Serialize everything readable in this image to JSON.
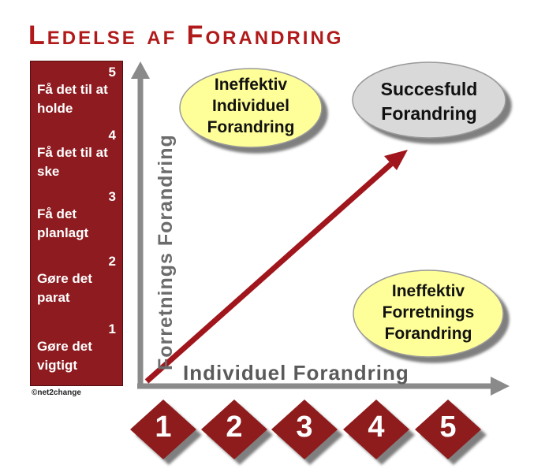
{
  "title": "Ledelse af Forandring",
  "steps": [
    {
      "number": "5",
      "label": "Få det til at holde"
    },
    {
      "number": "4",
      "label": "Få det til at ske"
    },
    {
      "number": "3",
      "label": "Få det planlagt"
    },
    {
      "number": "2",
      "label": "Gøre det parat"
    },
    {
      "number": "1",
      "label": "Gøre det vigtigt"
    }
  ],
  "copyright": "©net2change",
  "y_axis_label": "Forretnings Forandring",
  "x_axis_label": "Individuel Forandring",
  "ovals": {
    "top_left": {
      "lines": [
        "Ineffektiv",
        "Individuel",
        "Forandring"
      ],
      "color": "#ffff99"
    },
    "top_right": {
      "lines": [
        "Succesfuld",
        "Forandring"
      ],
      "color": "#d9d9d9"
    },
    "bottom_right": {
      "lines": [
        "Ineffektiv",
        "Forretnings",
        "Forandring"
      ],
      "color": "#ffff99"
    }
  },
  "scale": [
    "1",
    "2",
    "3",
    "4",
    "5"
  ],
  "colors": {
    "accent": "#8e1b1f",
    "title": "#b01a1a",
    "axis": "#8a8a8a"
  }
}
